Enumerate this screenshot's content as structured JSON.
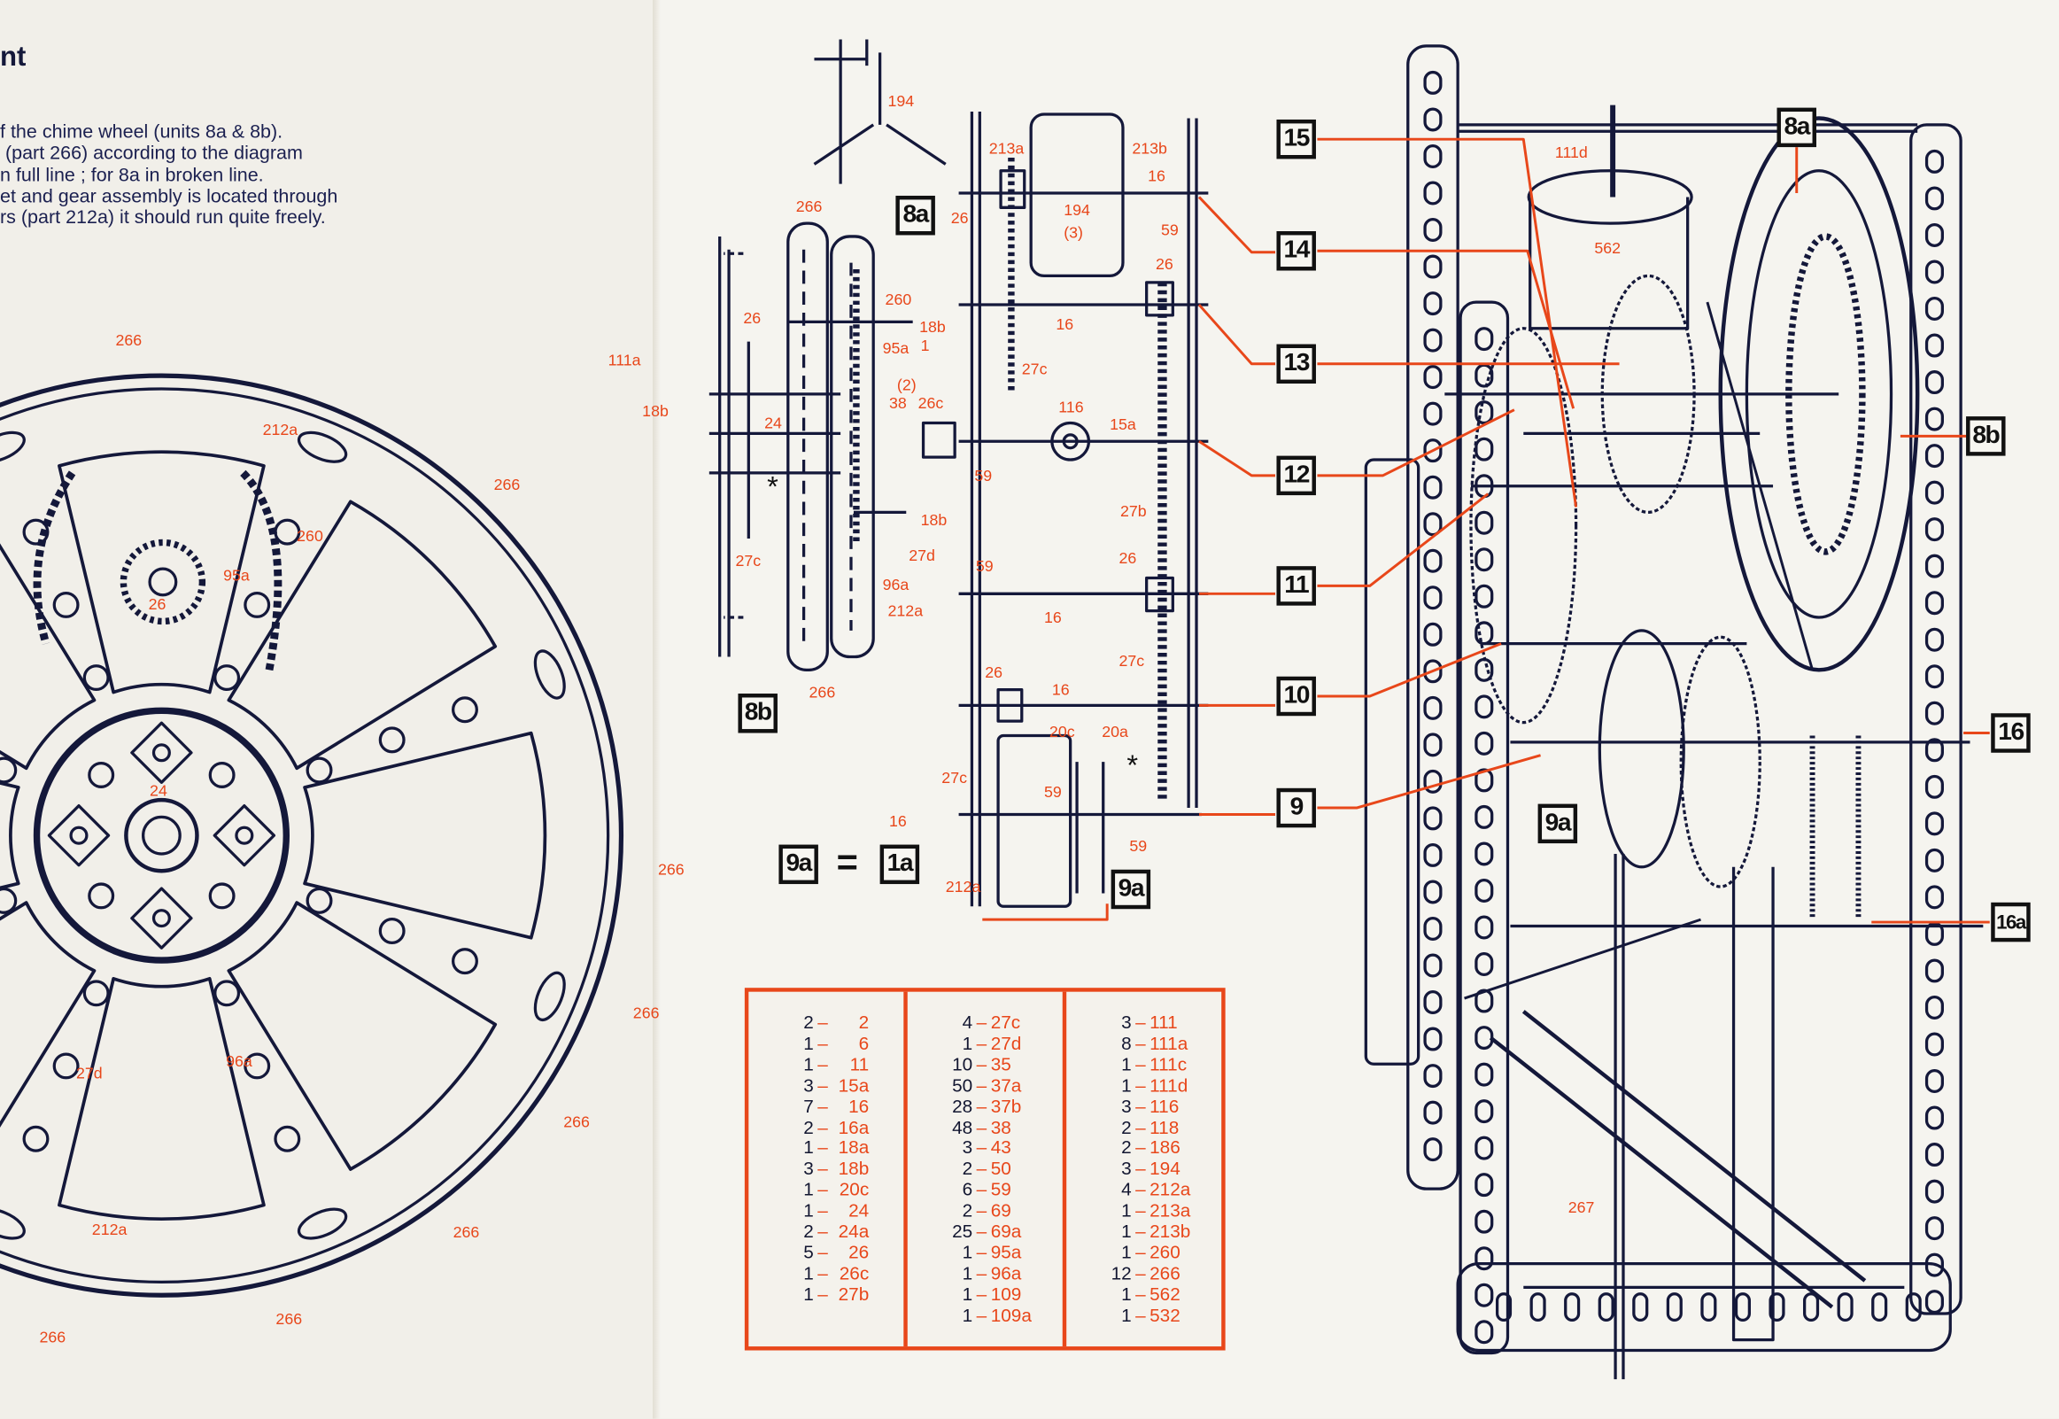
{
  "heading": "nt",
  "intro_lines": [
    "f the chime wheel (units 8a & 8b).",
    " (part 266) according to the diagram",
    "n full line ; for 8a in broken line.",
    "et and gear assembly is located through",
    "rs (part 212a) it should run quite freely."
  ],
  "steps": [
    "15",
    "14",
    "13",
    "12",
    "11",
    "10",
    "9",
    "16",
    "16a",
    "8a",
    "8b",
    "8a",
    "8b",
    "9a",
    "1a",
    "9a",
    "9a"
  ],
  "equation_sign": "=",
  "callouts": [
    "266",
    "212a",
    "266",
    "260",
    "95a",
    "26",
    "24",
    "266",
    "266",
    "27d",
    "96a",
    "266",
    "266",
    "212a",
    "266",
    "266",
    "194",
    "266",
    "260",
    "18b",
    "1",
    "95a",
    "26",
    "111a",
    "18b",
    "24",
    "(2)",
    "38",
    "26c",
    "27c",
    "18b",
    "27d",
    "96a",
    "212a",
    "266",
    "213a",
    "213b",
    "194",
    "(3)",
    "16",
    "26",
    "59",
    "26",
    "16",
    "27c",
    "116",
    "15a",
    "59",
    "27b",
    "59",
    "26",
    "16",
    "27c",
    "26",
    "16",
    "20c",
    "20a",
    "27c",
    "59",
    "16",
    "59",
    "212a",
    "111d",
    "562",
    "267",
    "*",
    "*"
  ],
  "parts_list": {
    "columns": [
      [
        [
          "2",
          "2"
        ],
        [
          "1",
          "6"
        ],
        [
          "1",
          "11"
        ],
        [
          "3",
          "15a"
        ],
        [
          "7",
          "16"
        ],
        [
          "2",
          "16a"
        ],
        [
          "1",
          "18a"
        ],
        [
          "3",
          "18b"
        ],
        [
          "1",
          "20c"
        ],
        [
          "1",
          "24"
        ],
        [
          "2",
          "24a"
        ],
        [
          "5",
          "26"
        ],
        [
          "1",
          "26c"
        ],
        [
          "1",
          "27b"
        ]
      ],
      [
        [
          "4",
          "27c"
        ],
        [
          "1",
          "27d"
        ],
        [
          "10",
          "35"
        ],
        [
          "50",
          "37a"
        ],
        [
          "28",
          "37b"
        ],
        [
          "48",
          "38"
        ],
        [
          "3",
          "43"
        ],
        [
          "2",
          "50"
        ],
        [
          "6",
          "59"
        ],
        [
          "2",
          "69"
        ],
        [
          "25",
          "69a"
        ],
        [
          "1",
          "95a"
        ],
        [
          "1",
          "96a"
        ],
        [
          "1",
          "109"
        ],
        [
          "1",
          "109a"
        ]
      ],
      [
        [
          "3",
          "111"
        ],
        [
          "8",
          "111a"
        ],
        [
          "1",
          "111c"
        ],
        [
          "1",
          "111d"
        ],
        [
          "3",
          "116"
        ],
        [
          "2",
          "118"
        ],
        [
          "2",
          "186"
        ],
        [
          "3",
          "194"
        ],
        [
          "4",
          "212a"
        ],
        [
          "1",
          "213a"
        ],
        [
          "1",
          "213b"
        ],
        [
          "1",
          "260"
        ],
        [
          "12",
          "266"
        ],
        [
          "1",
          "562"
        ],
        [
          "1",
          "532"
        ]
      ]
    ]
  },
  "colors": {
    "accent": "#e8471a",
    "ink": "#14183a",
    "paper": "#f3f1ec"
  }
}
